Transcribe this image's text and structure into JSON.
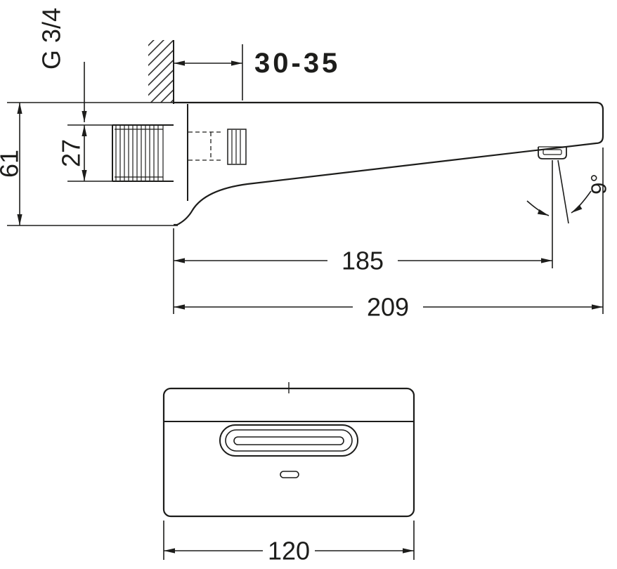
{
  "colors": {
    "ink": "#1d1d1b",
    "background": "#ffffff"
  },
  "side_view": {
    "labels": {
      "thread_size": "G 3/4",
      "wall_depth_range": "30-35",
      "total_height_mm": "61",
      "inlet_offset_mm": "27",
      "spray_angle": "9°",
      "spray_distance_mm": "185",
      "projection_mm": "209"
    }
  },
  "front_view": {
    "labels": {
      "width_mm": "120"
    }
  }
}
